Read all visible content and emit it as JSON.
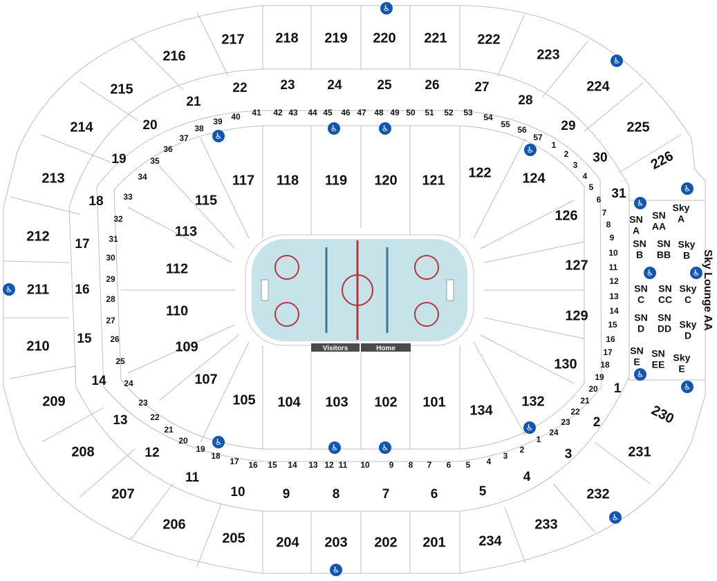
{
  "colors": {
    "ice": "#c7e3ea",
    "red_line": "#b8343d",
    "blue_line": "#3b7a96",
    "accessible": "#1256b0",
    "bench_label_bg": "#4a4a4a"
  },
  "rink": {
    "visitors_label": "Visitors",
    "home_label": "Home"
  },
  "accessible_icon": "wheelchair-icon",
  "upper_sections": [
    "201",
    "202",
    "203",
    "204",
    "205",
    "206",
    "207",
    "208",
    "209",
    "210",
    "211",
    "212",
    "213",
    "214",
    "215",
    "216",
    "217",
    "218",
    "219",
    "220",
    "221",
    "222",
    "223",
    "224",
    "225",
    "226",
    "230",
    "231",
    "232",
    "233",
    "234"
  ],
  "upper_rows": [
    "1",
    "2",
    "3",
    "4",
    "5",
    "6",
    "7",
    "8",
    "9",
    "10",
    "11",
    "12",
    "13",
    "14",
    "15",
    "16",
    "17",
    "18",
    "19",
    "20",
    "21",
    "22",
    "23",
    "24",
    "25",
    "26",
    "27",
    "28",
    "29",
    "30",
    "31"
  ],
  "lower_sections": [
    "101",
    "102",
    "103",
    "104",
    "105",
    "107",
    "109",
    "110",
    "112",
    "113",
    "115",
    "117",
    "118",
    "119",
    "120",
    "121",
    "122",
    "124",
    "126",
    "127",
    "129",
    "130",
    "132",
    "134"
  ],
  "lower_rows": [
    "1",
    "2",
    "3",
    "4",
    "5",
    "6",
    "7",
    "8",
    "9",
    "10",
    "11",
    "12",
    "13",
    "14",
    "15",
    "16",
    "17",
    "18",
    "19",
    "20",
    "21",
    "22",
    "23",
    "24",
    "25",
    "26",
    "27",
    "28",
    "29",
    "30",
    "31",
    "32",
    "33",
    "34",
    "35",
    "36",
    "37",
    "38",
    "39",
    "40",
    "41",
    "42",
    "43",
    "44",
    "45",
    "46",
    "47",
    "48",
    "49",
    "50",
    "51",
    "52",
    "53",
    "54",
    "55",
    "56",
    "57"
  ],
  "suites": {
    "sn": [
      [
        "SN",
        "A"
      ],
      [
        "SN",
        "AA"
      ],
      [
        "SN",
        "B"
      ],
      [
        "SN",
        "BB"
      ],
      [
        "SN",
        "C"
      ],
      [
        "SN",
        "CC"
      ],
      [
        "SN",
        "D"
      ],
      [
        "SN",
        "DD"
      ],
      [
        "SN",
        "E"
      ],
      [
        "SN",
        "EE"
      ]
    ],
    "sky": [
      [
        "Sky",
        "A"
      ],
      [
        "Sky",
        "B"
      ],
      [
        "Sky",
        "C"
      ],
      [
        "Sky",
        "D"
      ],
      [
        "Sky",
        "E"
      ]
    ],
    "lounge": "Sky Lounge AA"
  }
}
